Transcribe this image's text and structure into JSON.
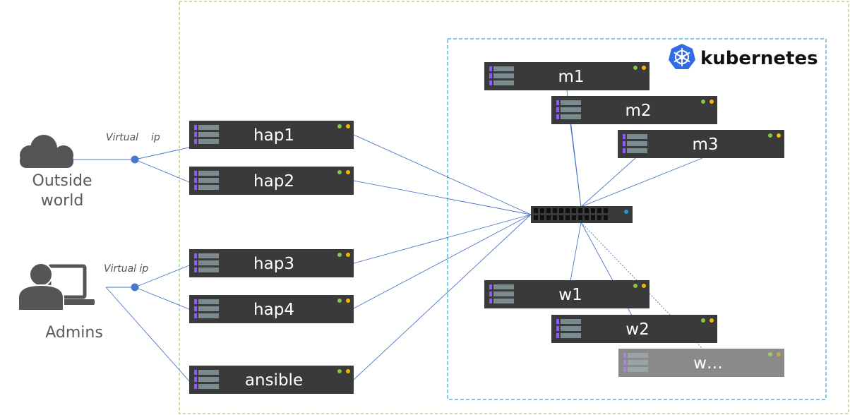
{
  "title_logo": {
    "text": "kubernetes",
    "icon": "kubernetes-helm-icon",
    "color": "#326CE5"
  },
  "external": {
    "outside_world": {
      "line1": "Outside",
      "line2": "world",
      "icon": "cloud-icon"
    },
    "admins": {
      "label": "Admins",
      "icon": "admin-workstation-icon"
    }
  },
  "vips": {
    "outside": {
      "label1": "Virtual",
      "label2": "ip"
    },
    "admin": {
      "label": "Virtual ip"
    }
  },
  "edge_servers": [
    {
      "id": "hap1",
      "label": "hap1"
    },
    {
      "id": "hap2",
      "label": "hap2"
    },
    {
      "id": "hap3",
      "label": "hap3"
    },
    {
      "id": "hap4",
      "label": "hap4"
    },
    {
      "id": "ansible",
      "label": "ansible"
    }
  ],
  "cluster_servers": [
    {
      "id": "m1",
      "label": "m1"
    },
    {
      "id": "m2",
      "label": "m2"
    },
    {
      "id": "m3",
      "label": "m3"
    },
    {
      "id": "w1",
      "label": "w1"
    },
    {
      "id": "w2",
      "label": "w2"
    },
    {
      "id": "wmore",
      "label": "w…",
      "faded": true
    }
  ],
  "switch": {
    "icon": "network-switch-icon"
  },
  "colors": {
    "server_body": "#3a3a3a",
    "server_faded": "#8a8a8a",
    "drive_bar": "#7a8a8f",
    "led_purple": "#8b5cf6",
    "led_green": "#8bc34a",
    "led_yellow": "#f5b800",
    "link": "#4a78c8",
    "outer_frame": "#8bc34a",
    "k8s_frame": "#2aa6d6"
  }
}
